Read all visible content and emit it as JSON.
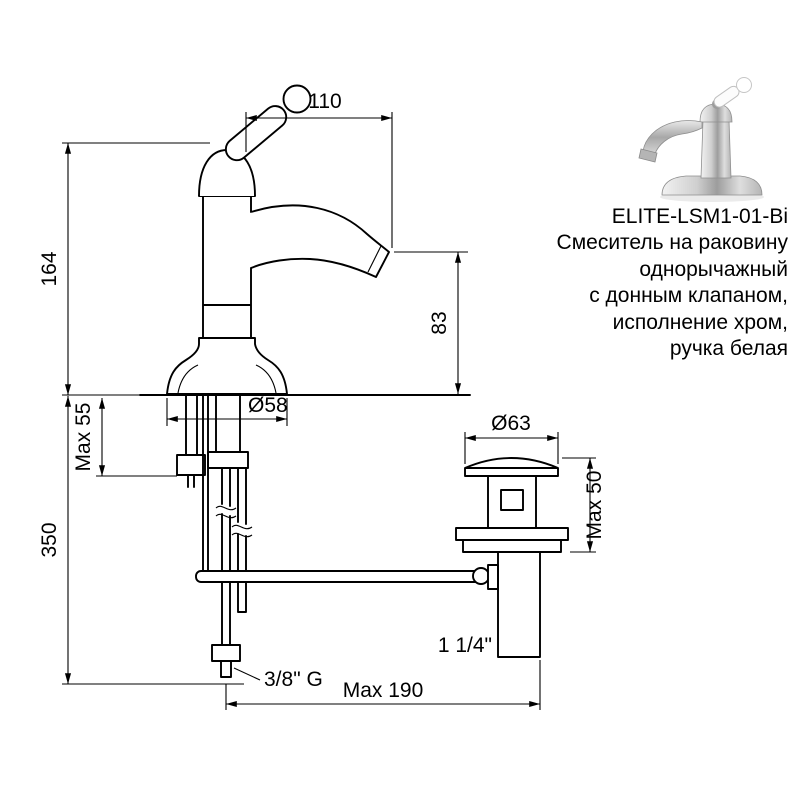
{
  "product": {
    "code": "ELITE-LSM1-01-Bi",
    "description_lines": [
      "Смеситель на раковину",
      "однорычажный",
      "с донным клапаном,",
      "исполнение хром,",
      "ручка белая"
    ]
  },
  "dimensions": {
    "spout_reach": "110",
    "height_to_spout": "164",
    "spout_outlet_height": "83",
    "base_diameter": "Ø58",
    "mounting_max": "Max 55",
    "overall_height": "350",
    "drain_flange_diameter": "Ø63",
    "drain_max": "Max 50",
    "drain_thread": "1 1/4\"",
    "supply_thread": "3/8\" G",
    "overall_width_max": "Max 190"
  },
  "colors": {
    "line": "#000000",
    "background": "#ffffff"
  }
}
